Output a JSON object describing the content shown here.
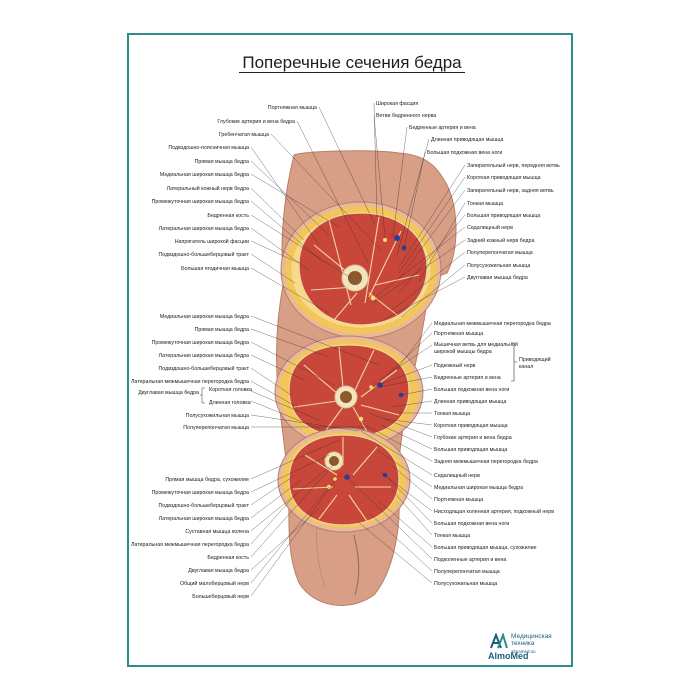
{
  "title": "Поперечные сечения бедра",
  "colors": {
    "frame": "#2a8f8a",
    "muscle": "#c9463a",
    "fat": "#f3c65a",
    "skin": "#e7b79a",
    "bone": "#f1e4bf",
    "marrow": "#8a5a2b",
    "leader": "#333333",
    "brand": "#1d5e7a"
  },
  "brand": {
    "name": "AlmoMed",
    "line1": "Медицинская",
    "line2": "техника",
    "url": "almamed.su",
    "icon": "almomed-logo-icon"
  },
  "section1": {
    "left": [
      "Подвздошно-поясничная мышца",
      "Прямая мышца бедра",
      "Медиальная широкая мышца бедра",
      "Латеральный кожный нерв бедра",
      "Промежуточная широкая мышца бедра",
      "Бедренная кость",
      "Латеральная широкая мышца бедра",
      "Напрягатель широкой фасции",
      "Подвздошно-большеберцовый тракт",
      "Большая ягодичная мышца"
    ],
    "top": [
      "Портняжная мышца",
      "Глубокие артерия и вена бедра",
      "Гребенчатая мышца"
    ],
    "right": [
      "Широкая фасция",
      "Ветви бедренного нерва",
      "Бедренные артерия и вена",
      "Длинная приводящая мышца",
      "Большая подкожная вена ноги",
      "Запирательный нерв, передняя ветвь",
      "Короткая приводящая мышца",
      "Запирательный нерв, задняя ветвь",
      "Тонкая мышца",
      "Большая приводящая мышца",
      "Седалищный нерв",
      "Задний кожный нерв бедра",
      "Полуперепончатая мышца",
      "Полусухожильная мышца",
      "Двуглавая мышца бедра"
    ]
  },
  "section2": {
    "left": [
      "Медиальная широкая мышца бедра",
      "Прямая мышца бедра",
      "Промежуточная широкая мышца бедра",
      "Латеральная широкая мышца бедра",
      "Подвздошно-большеберцовый тракт",
      "Латеральная межмышечная перегородка бедра"
    ],
    "biceps_group": "Двуглавая мышца бедра",
    "biceps_short": "Короткая головка",
    "biceps_long": "Длинная головка",
    "left_bottom": [
      "Полусухожильная мышца",
      "Полуперепончатая мышца"
    ],
    "right": [
      "Медиальная межмышечная перегородка бедра",
      "Портняжная мышца",
      "Мышечная ветвь для медиальной",
      "широкой мышцы бедра",
      "Подкожный нерв",
      "Бедренные артерия и вена",
      "Большая подкожная вена ноги",
      "Длинная приводящая мышца",
      "Тонкая мышца",
      "Короткая приводящая мышца",
      "Глубокие артерия и вена бедра",
      "Большая приводящая мышца",
      "Задняя межмышечная перегородка бедра"
    ],
    "canal_line1": "Приводящий",
    "canal_line2": "канал"
  },
  "section3": {
    "left": [
      "Прямая мышца бедра, сухожилие",
      "Промежуточная широкая мышца бедра",
      "Подвздошно-большеберцовый тракт",
      "Латеральная широкая мышца бедра",
      "Суставная мышца колена",
      "Латеральная межмышечная перегородка бедра",
      "Бедренная кость",
      "Двуглавая мышца бедра",
      "Общий малоберцовый нерв",
      "Большеберцовый нерв"
    ],
    "right": [
      "Седалищный нерв",
      "Медиальная широкая мышца бедра",
      "Портняжная мышца",
      "Нисходящая коленная артерия, подкожный нерв",
      "Большая подкожная вена ноги",
      "Тонкая мышца",
      "Большая приводящая мышца, сухожилие",
      "Подколенные артерия и вена",
      "Полуперепончатая мышца",
      "Полусухожильная мышца"
    ]
  }
}
